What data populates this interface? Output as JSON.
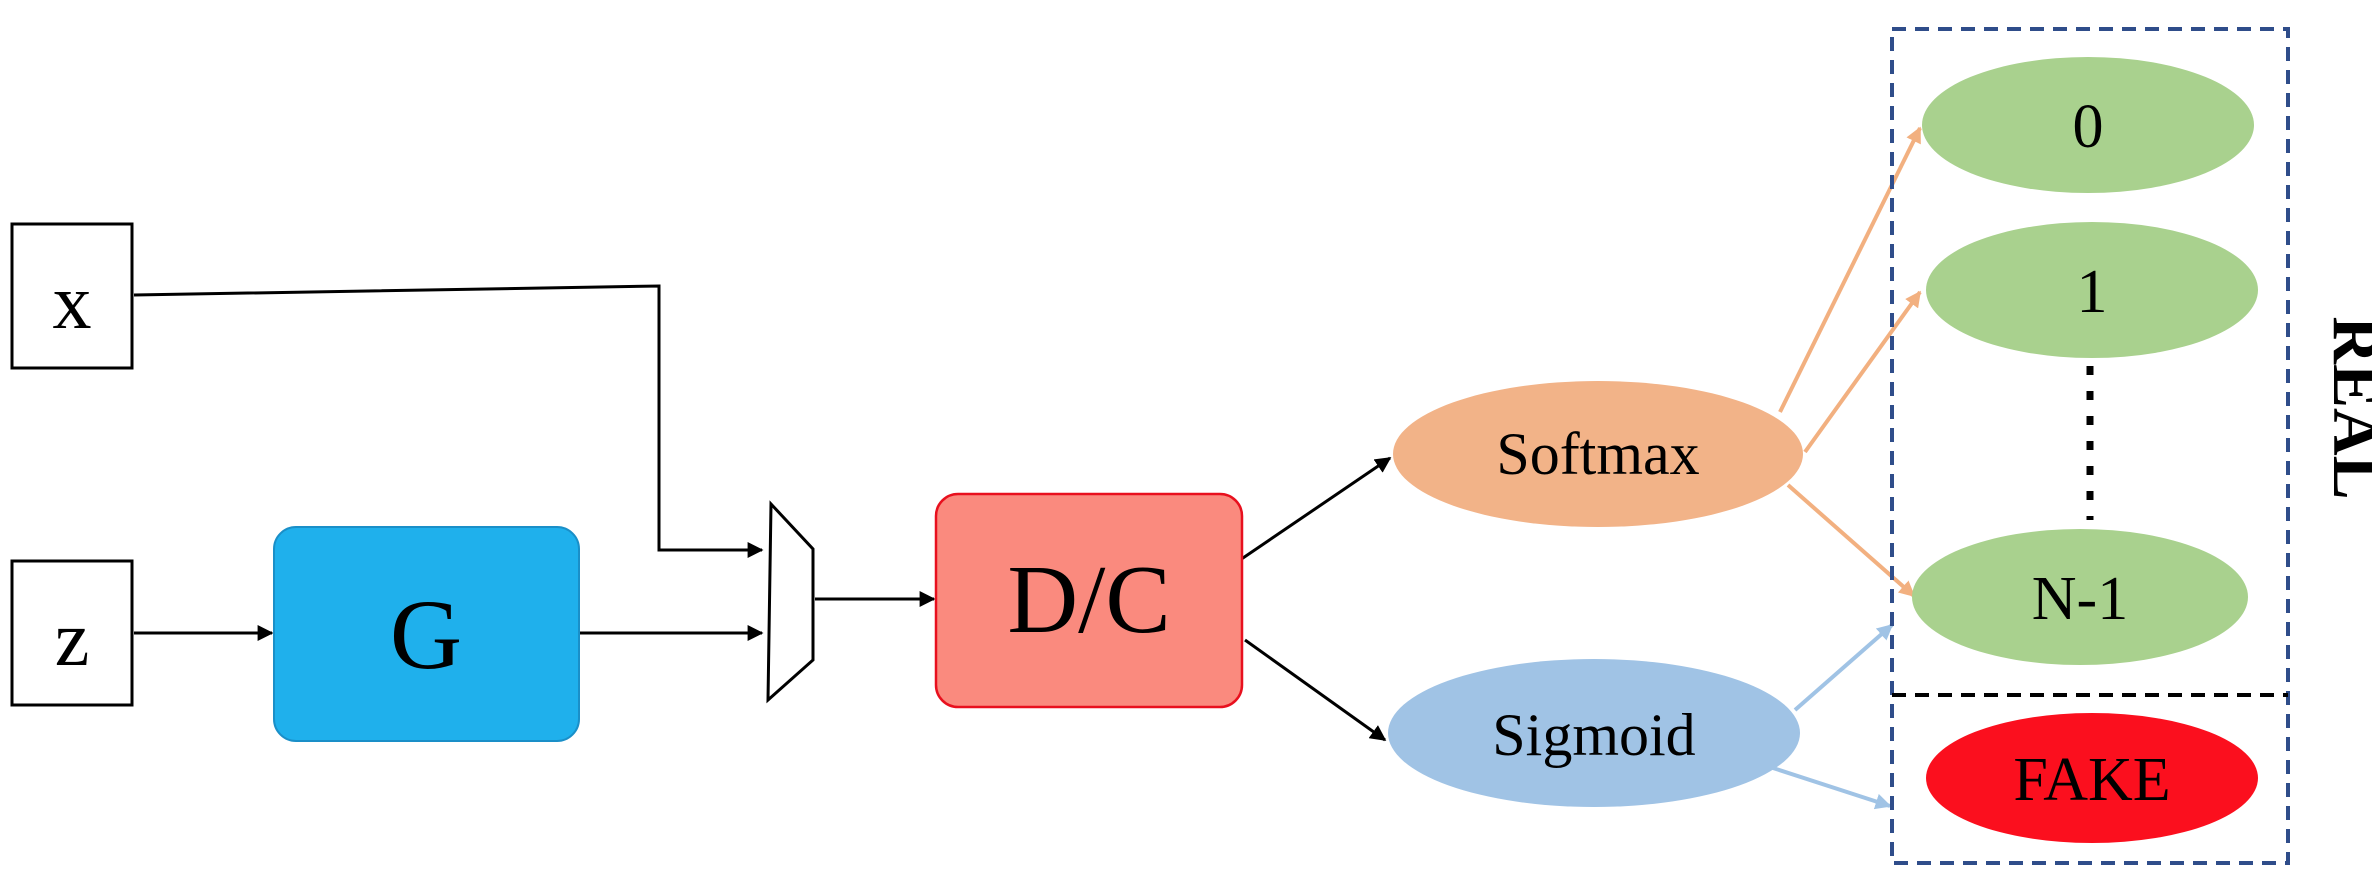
{
  "nodes": {
    "x": "x",
    "z": "z",
    "g": "G",
    "dc": "D/C",
    "softmax": "Softmax",
    "sigmoid": "Sigmoid",
    "class0": "0",
    "class1": "1",
    "classN1": "N-1",
    "fake": "FAKE"
  },
  "labels": {
    "real": "REAL"
  },
  "colors": {
    "g_fill": "#1fb0ec",
    "dc_fill": "#fa8a7e",
    "dc_stroke": "#e8101e",
    "softmax_fill": "#f2b388",
    "sigmoid_fill": "#a0c3e5",
    "class_fill": "#a9d18e",
    "fake_fill": "#fb0f1e",
    "real_label": "#a9d18e",
    "frame_stroke": "#2f4d8a",
    "softmax_arrow": "#f2b080",
    "sigmoid_arrow": "#a0c3e5"
  }
}
